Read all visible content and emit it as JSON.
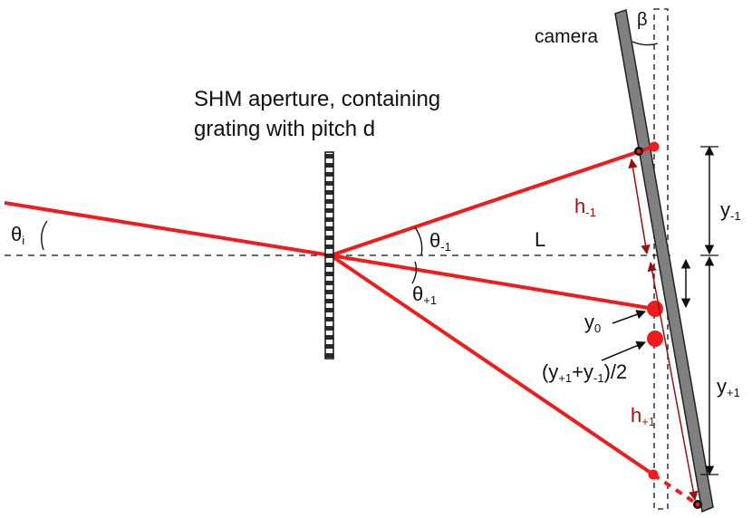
{
  "labels": {
    "camera": "camera",
    "beta": "β",
    "aperture_line1": "SHM aperture, containing",
    "aperture_line2": "grating with pitch d",
    "theta_i": {
      "main": "θ",
      "sub": "i"
    },
    "theta_m1": {
      "main": "θ",
      "sub": "-1"
    },
    "theta_p1": {
      "main": "θ",
      "sub": "+1"
    },
    "L": "L",
    "h_m1": {
      "main": "h",
      "sub": "-1"
    },
    "h_p1": {
      "main": "h",
      "sub": "+1"
    },
    "y_m1": {
      "main": "y",
      "sub": "-1"
    },
    "y_p1": {
      "main": "y",
      "sub": "+1"
    },
    "y_0": {
      "main": "y",
      "sub": "0"
    },
    "midpoint": {
      "p1": "(y",
      "s1": "+1",
      "p2": "+y",
      "s2": "-1",
      "p3": ")/2"
    }
  },
  "colors": {
    "beam": "#ee1c1c",
    "dimension_red": "#9b1111",
    "camera_fill": "#808080",
    "ink": "#111111"
  }
}
